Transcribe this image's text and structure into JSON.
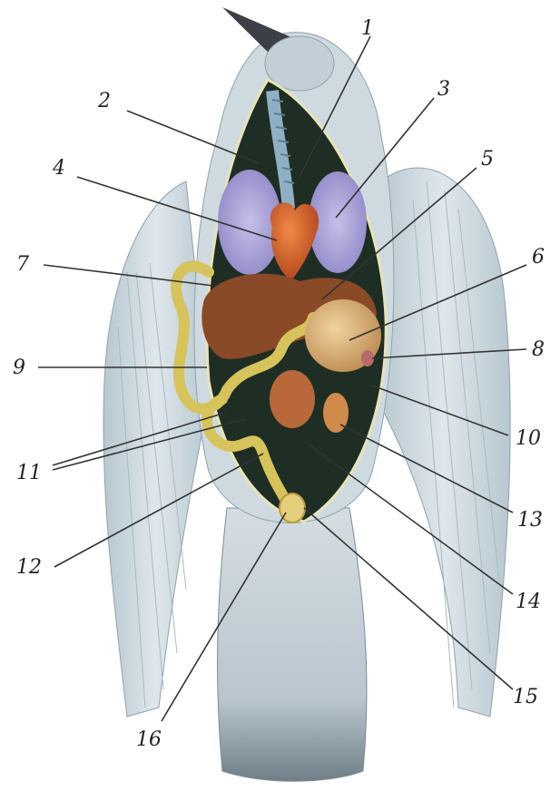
{
  "labels": [
    {
      "id": "1",
      "text": "1"
    },
    {
      "id": "2",
      "text": "2"
    },
    {
      "id": "3",
      "text": "3"
    },
    {
      "id": "4",
      "text": "4"
    },
    {
      "id": "5",
      "text": "5"
    },
    {
      "id": "6",
      "text": "6"
    },
    {
      "id": "7",
      "text": "7"
    },
    {
      "id": "8",
      "text": "8"
    },
    {
      "id": "9",
      "text": "9"
    },
    {
      "id": "10",
      "text": "10"
    },
    {
      "id": "11",
      "text": "11"
    },
    {
      "id": "12",
      "text": "12"
    },
    {
      "id": "13",
      "text": "13"
    },
    {
      "id": "14",
      "text": "14"
    },
    {
      "id": "15",
      "text": "15"
    },
    {
      "id": "16",
      "text": "16"
    }
  ],
  "colors": {
    "feather": "#c9d6dd",
    "feather_shade": "#9fb1bb",
    "body_cavity": "#1e2e24",
    "lung": "#a9a3d6",
    "heart": "#d9622a",
    "liver": "#8a4a28",
    "intestine": "#d6c35a",
    "gizzard": "#d8b07a",
    "kidney": "#b8683a",
    "trachea": "#8fb0c4"
  }
}
